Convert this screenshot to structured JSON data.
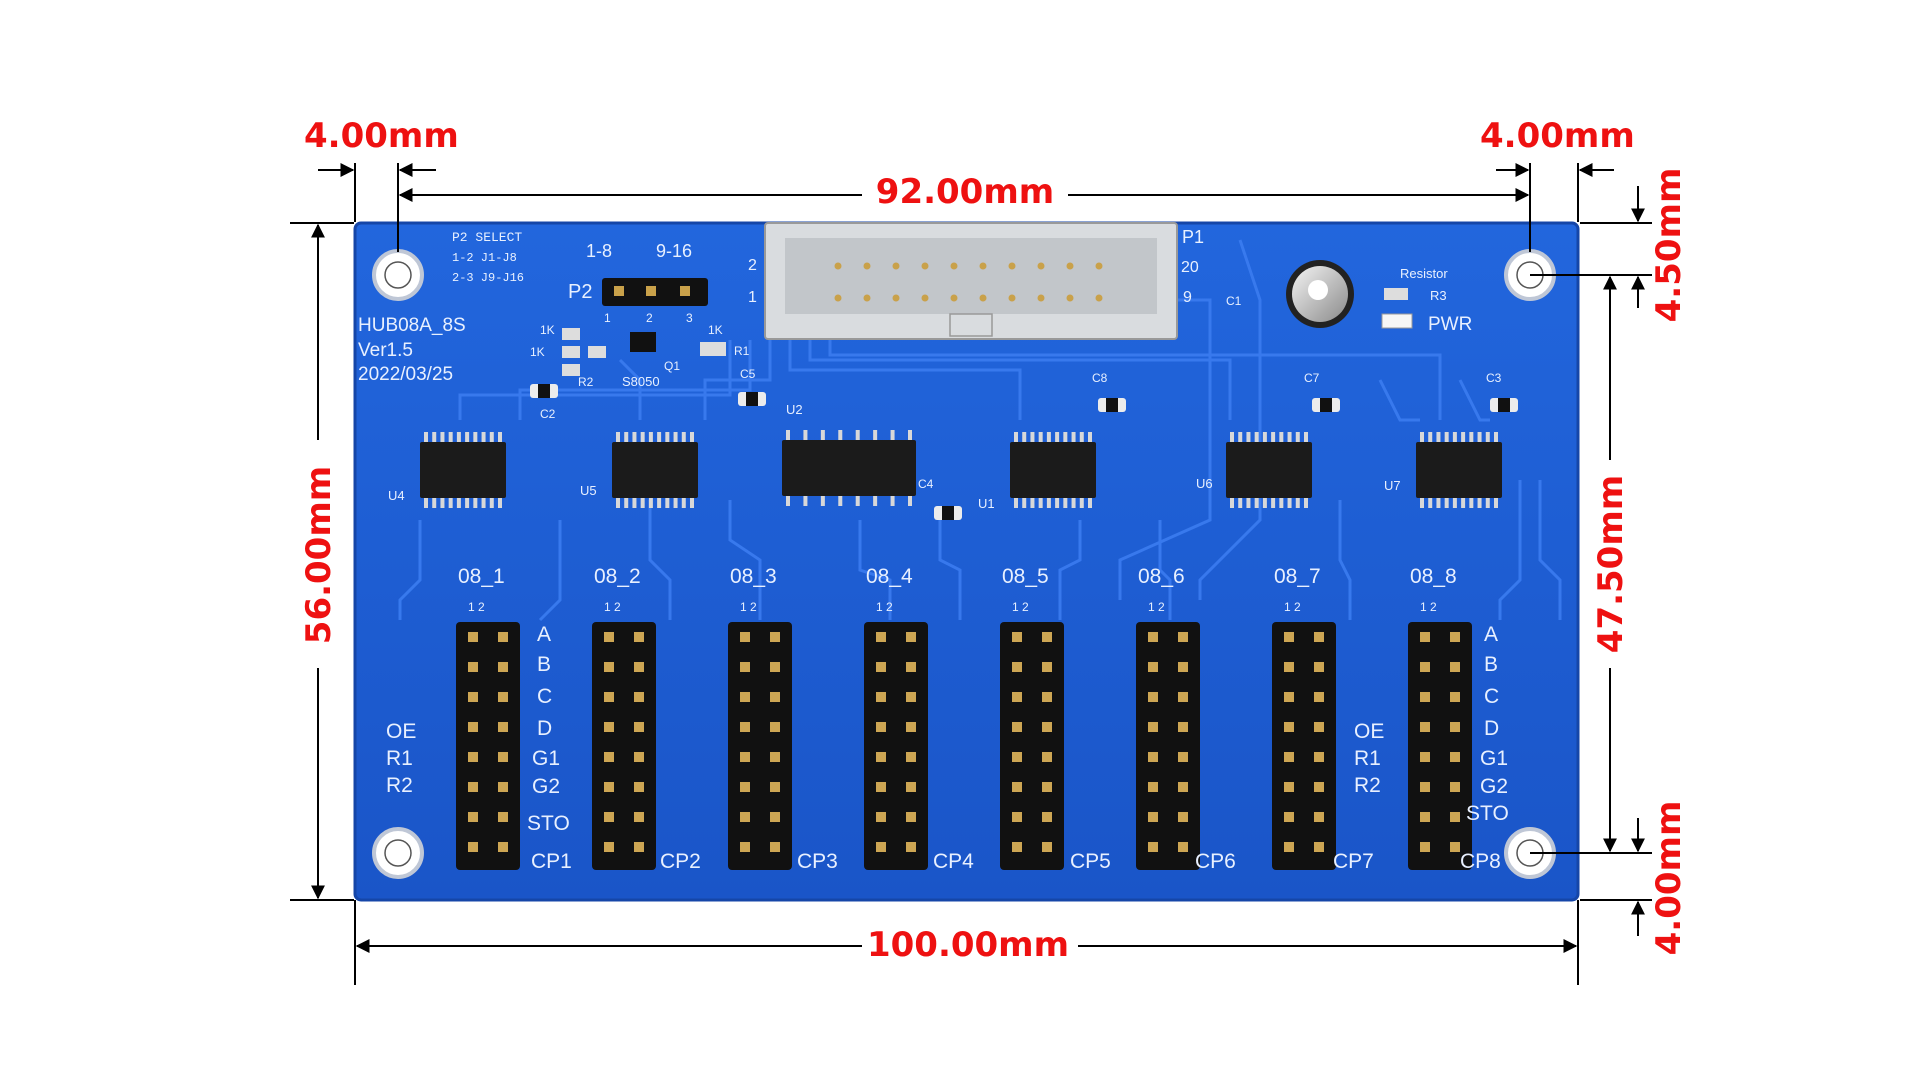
{
  "dimensions": {
    "left_margin": "4.00mm",
    "right_margin": "4.00mm",
    "hole_span": "92.00mm",
    "board_width": "100.00mm",
    "board_height": "56.00mm",
    "hole_vertical_span": "47.50mm",
    "top_offset": "4.50mm",
    "bottom_offset": "4.00mm"
  },
  "board": {
    "model": "HUB08A_8S",
    "version": "Ver1.5",
    "date": "2022/03/25",
    "p2_label": "P2",
    "p2_select_title": "P2 SELECT",
    "p2_select_line1": "1-2  J1-J8",
    "p2_select_line2": "2-3  J9-J16",
    "jumper_left": "1-8",
    "jumper_right": "9-16",
    "pin1": "1",
    "pin2": "2",
    "pin3": "3",
    "p1_label": "P1",
    "p1_pin2": "2",
    "p1_pin1": "1",
    "p1_pin20": "20",
    "p1_pin19": "9",
    "transistor": "S8050",
    "q1": "Q1",
    "r1": "R1",
    "r2": "R2",
    "r_1k_a": "1K",
    "r_1k_b": "1K",
    "r_1k_c": "1K",
    "c1": "C1",
    "resistor_label": "Resistor",
    "r3": "R3",
    "pwr": "PWR",
    "chips": [
      "U4",
      "U5",
      "U2",
      "U1",
      "U6",
      "U7"
    ],
    "caps": [
      "C2",
      "C5",
      "C4",
      "C8",
      "C7",
      "C3"
    ],
    "headers": [
      "08_1",
      "08_2",
      "08_3",
      "08_4",
      "08_5",
      "08_6",
      "08_7",
      "08_8"
    ],
    "header_pin_marks": "1  2",
    "cp_labels": [
      "CP1",
      "CP2",
      "CP3",
      "CP4",
      "CP5",
      "CP6",
      "CP7",
      "CP8"
    ],
    "left_signals": [
      "OE",
      "R1",
      "R2"
    ],
    "right_signals": [
      "A",
      "B",
      "C",
      "D",
      "G1",
      "G2",
      "STO"
    ],
    "right_signals_right": [
      "A",
      "B",
      "C",
      "D",
      "G1",
      "G2",
      "STO"
    ],
    "left_signals_right": [
      "OE",
      "R1",
      "R2"
    ]
  },
  "colors": {
    "board": "#1f5fd6",
    "dimension": "#ee1111"
  }
}
